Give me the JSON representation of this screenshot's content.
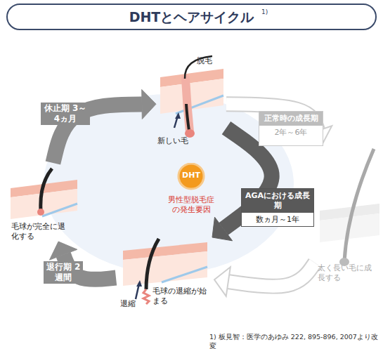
{
  "diagram": {
    "title": "DHTとヘアサイクル",
    "caption": "1) 板見智：医学のあゆみ 222, 895-896, 2007より改変",
    "nodes": [
      {
        "text": [
          "脱毛",
          "新しい毛"
        ]
      },
      {
        "text": [
          "毛球が完全に退化する"
        ]
      },
      {
        "text": [
          "退縮",
          "毛球の退縮が始まる"
        ]
      },
      {
        "text": [
          "太く長い毛に成長する"
        ]
      },
      {
        "text": [
          "DHT",
          "男性型脱毛症の発生要因"
        ]
      },
      {
        "text": [
          "正常時の成長期",
          "2年～6年"
        ]
      },
      {
        "text": [
          "AGAにおける成長期",
          "数ヵ月～1年"
        ]
      }
    ],
    "edges": [
      {
        "from": 1,
        "to": 0,
        "arrow": "to",
        "label": "休止期 3～4ヵ月"
      },
      {
        "from": 2,
        "to": 1,
        "arrow": "to",
        "label": "退行期 2週間"
      },
      {
        "from": 0,
        "to": 2,
        "arrow": "to"
      },
      {
        "from": 0,
        "to": 3,
        "arrow": "to"
      },
      {
        "from": 3,
        "to": 2,
        "arrow": "to"
      }
    ],
    "labels": [
      "1)"
    ]
  }
}
